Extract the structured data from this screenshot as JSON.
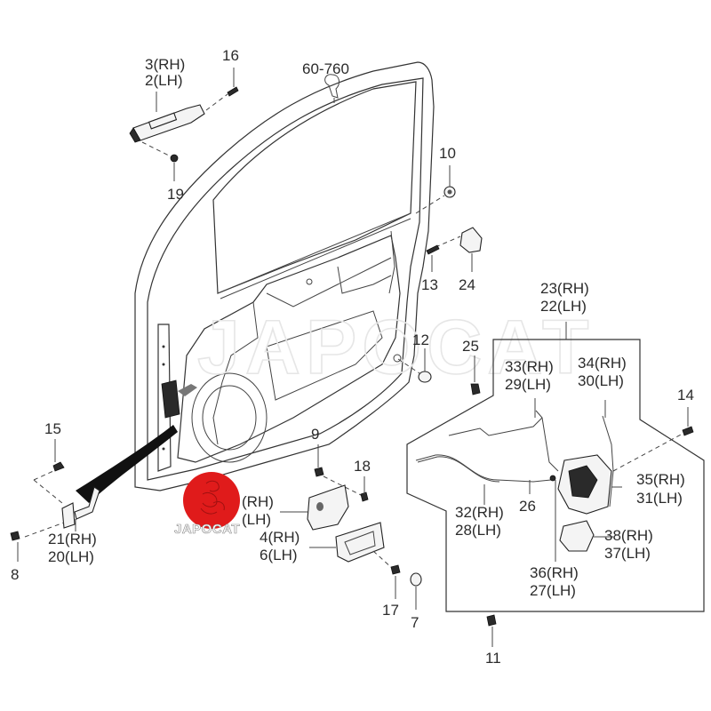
{
  "diagram": {
    "title": "Front door lock & handle assembly (exploded parts diagram)",
    "reference": "60-760",
    "watermark": "JAPOCAT",
    "logo": {
      "text": "JAPOCAT",
      "color": "#e01b1b"
    },
    "callouts": {
      "c3_2": {
        "rh": "3(RH)",
        "lh": "2(LH)"
      },
      "c16": "16",
      "c19": "19",
      "c10": "10",
      "c13": "13",
      "c24": "24",
      "c12": "12",
      "c25": "25",
      "c23_22": {
        "rh": "23(RH)",
        "lh": "22(LH)"
      },
      "c33_29": {
        "rh": "33(RH)",
        "lh": "29(LH)"
      },
      "c34_30": {
        "rh": "34(RH)",
        "lh": "30(LH)"
      },
      "c14": "14",
      "c35_31": {
        "rh": "35(RH)",
        "lh": "31(LH)"
      },
      "c32_28": {
        "rh": "32(RH)",
        "lh": "28(LH)"
      },
      "c26": "26",
      "c38_37": {
        "rh": "38(RH)",
        "lh": "37(LH)"
      },
      "c36_27": {
        "rh": "36(RH)",
        "lh": "27(LH)"
      },
      "c11": "11",
      "c15": "15",
      "c21_20": {
        "rh": "21(RH)",
        "lh": "20(LH)"
      },
      "c8": "8",
      "c9": "9",
      "c18": "18",
      "c_hidden": {
        "rh": "(RH)",
        "lh": "(LH)"
      },
      "c4_6": {
        "rh": "4(RH)",
        "lh": "6(LH)"
      },
      "c17": "17",
      "c7": "7"
    }
  }
}
